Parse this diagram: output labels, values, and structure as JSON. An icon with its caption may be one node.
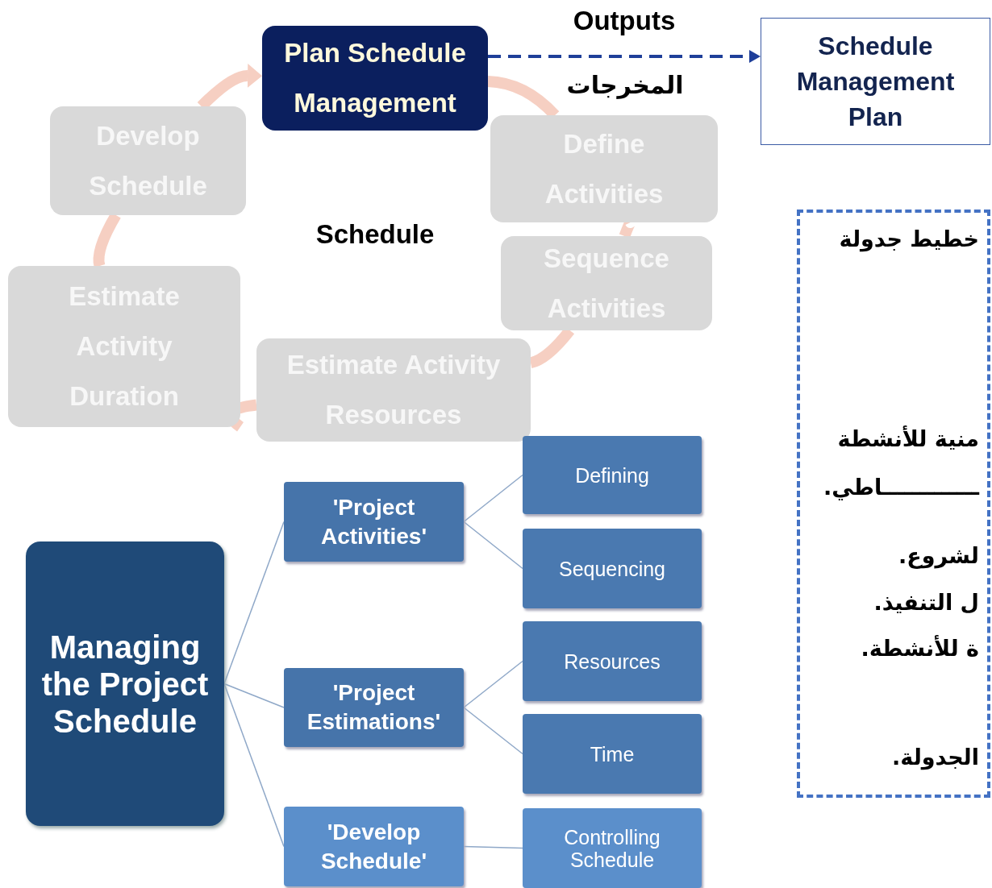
{
  "diagram": {
    "nodes": [
      {
        "text": [
          "Plan Schedule Management"
        ]
      },
      {
        "text": [
          "Schedule Management Plan"
        ]
      },
      {
        "text": [
          "Develop Schedule"
        ]
      },
      {
        "text": [
          "Define Activities"
        ]
      },
      {
        "text": [
          "Sequence Activities"
        ]
      },
      {
        "text": [
          "Estimate Activity Duration"
        ]
      },
      {
        "text": [
          "Estimate Activity Resources"
        ]
      },
      {
        "text": [
          "خطيط جدولة",
          "منية للأنشطة",
          "ـــــــــــــاطي.",
          "لشروع.",
          "ل التنفيذ.",
          "ة للأنشطة.",
          "الجدولة."
        ]
      },
      {
        "text": [
          "Defining"
        ]
      },
      {
        "text": [
          "'Project Activities'"
        ]
      },
      {
        "text": [
          "Sequencing"
        ]
      },
      {
        "text": [
          "Managing the Project Schedule"
        ]
      },
      {
        "text": [
          "Resources"
        ]
      },
      {
        "text": [
          "'Project Estimations'"
        ]
      },
      {
        "text": [
          "Time"
        ]
      },
      {
        "text": [
          "'Develop Schedule'"
        ]
      },
      {
        "text": [
          "Controlling Schedule"
        ]
      }
    ],
    "edges": [
      {
        "from": 0,
        "to": 1,
        "arrow": "to",
        "label": "Outputs",
        "style": "dashed",
        "color": "#1f3f99"
      },
      {
        "from": 0,
        "to": 3,
        "arrow": "none",
        "style": "thick",
        "color": "#f6cfc2"
      },
      {
        "from": 3,
        "to": 4,
        "arrow": "none",
        "style": "thick",
        "color": "#f6cfc2"
      },
      {
        "from": 4,
        "to": 6,
        "arrow": "none",
        "style": "thick",
        "color": "#f6cfc2"
      },
      {
        "from": 6,
        "to": 5,
        "arrow": "none",
        "style": "thick",
        "color": "#f6cfc2"
      },
      {
        "from": 5,
        "to": 2,
        "arrow": "none",
        "style": "thick",
        "color": "#f6cfc2"
      },
      {
        "from": 2,
        "to": 0,
        "arrow": "to",
        "style": "thick",
        "color": "#f6cfc2"
      },
      {
        "from": 11,
        "to": 9,
        "arrow": "none"
      },
      {
        "from": 11,
        "to": 13,
        "arrow": "none"
      },
      {
        "from": 11,
        "to": 15,
        "arrow": "none"
      },
      {
        "from": 9,
        "to": 8,
        "arrow": "none"
      },
      {
        "from": 9,
        "to": 10,
        "arrow": "none"
      },
      {
        "from": 13,
        "to": 12,
        "arrow": "none"
      },
      {
        "from": 13,
        "to": 14,
        "arrow": "none"
      },
      {
        "from": 15,
        "to": 16,
        "arrow": "none"
      }
    ],
    "labels": [
      "المخرجات",
      "Schedule"
    ]
  }
}
